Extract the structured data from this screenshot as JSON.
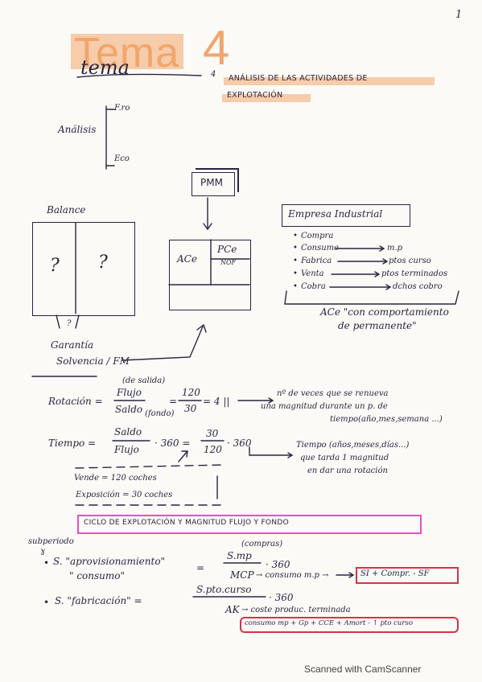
{
  "page_number": "1",
  "title": {
    "word": "Tema",
    "number": "4",
    "scribble": "tema",
    "subnum": "4",
    "heading_line1": "ANÁLISIS DE LAS ACTIVIDADES DE",
    "heading_line2": "EXPLOTACIÓN"
  },
  "analisis": {
    "label": "Análisis",
    "top": "F.ro",
    "bottom": "Eco"
  },
  "pmm": "PMM",
  "balance": {
    "label": "Balance",
    "q1": "?",
    "q2": "?",
    "arrow_q": "?",
    "garantia": "Garantía",
    "solvencia": "Solvencia / FM"
  },
  "mini_balance": {
    "ace": "ACe",
    "pce": "PCe",
    "nof": "NOF"
  },
  "empresa": {
    "title": "Empresa Industrial",
    "items": [
      {
        "label": "Compra",
        "result": ""
      },
      {
        "label": "Consume",
        "result": "m.p"
      },
      {
        "label": "Fabrica",
        "result": "ptos curso"
      },
      {
        "label": "Venta",
        "result": "ptos terminados"
      },
      {
        "label": "Cobra",
        "result": "dchos cobro"
      }
    ],
    "note1": "ACe \"con comportamiento",
    "note2": "de permanente\""
  },
  "rotacion": {
    "label": "Rotación =",
    "top_note": "(de salida)",
    "num": "Flujo",
    "den": "Saldo",
    "den_note": "(fondo)",
    "eq": "=",
    "frac_num": "120",
    "frac_den": "30",
    "result": "= 4 ||",
    "desc1": "nº de veces que se renueva",
    "desc2": "una magnitud durante un p. de",
    "desc3": "tiempo(año,mes,semana ...)"
  },
  "tiempo": {
    "label": "Tiempo =",
    "num": "Saldo",
    "den": "Flujo",
    "mult": "· 360 =",
    "frac_num": "30",
    "frac_den": "120",
    "mult2": "· 360",
    "desc1": "Tiempo (años,meses,días...)",
    "desc2": "que tarda 1 magnitud",
    "desc3": "en dar una rotación"
  },
  "ejemplo": {
    "line1": "Vende = 120 coches",
    "line2": "Exposición = 30 coches"
  },
  "ciclo_title": "CICLO DE EXPLOTACIÓN Y MAGNITUD FLUJO Y FONDO",
  "periodos": {
    "subperiodo": "subperiodo",
    "sub_mark": "ɣ",
    "s1_label": "S. \"aprovisionamiento\"",
    "s1_sub": "\" consumo\"",
    "s1_eq": "=",
    "s1_top_note": "(compras)",
    "s1_num": "S.mp",
    "s1_mult": "· 360",
    "s1_den": "MCP",
    "s1_den_note": "→ consumo m.p →",
    "s1_box": "SI + Compr. - SF",
    "s2_label": "S. \"fabricación\" =",
    "s2_num": "S.pto.curso",
    "s2_mult": "· 360",
    "s2_den": "AK",
    "s2_den_note": "→ coste produc. terminada",
    "s2_box": "consumo mp + Gp + CCE + Amort - ↑ pto curso"
  },
  "footer": "Scanned with CamScanner",
  "colors": {
    "paper": "#fbfaf6",
    "ink": "#2a2540",
    "highlight_orange": "#f2a56b",
    "highlight_pink": "#e64fc5",
    "box_red": "#d8324a"
  }
}
